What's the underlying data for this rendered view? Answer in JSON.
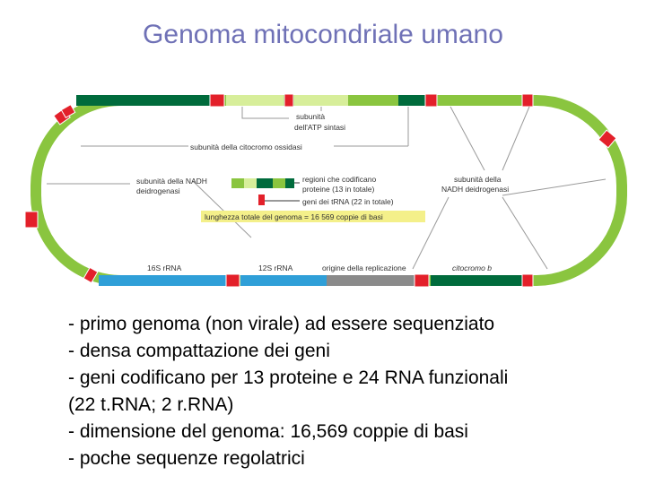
{
  "title": "Genoma mitocondriale umano",
  "diagram": {
    "labels": {
      "atp": [
        "subunità",
        "dell'ATP sintasi"
      ],
      "cytox": "subunità della citocromo ossidasi",
      "nadh_left": [
        "subunità della NADH",
        "deidrogenasi"
      ],
      "nadh_right": [
        "subunità della",
        "NADH deidrogenasi"
      ],
      "legend_protein": [
        "regioni che codificano",
        "proteine (13 in totale)"
      ],
      "legend_trna": "geni dei tRNA (22 in totale)",
      "total_length": "lunghezza totale del genoma = 16 569 coppie di basi",
      "rrna16": "16S rRNA",
      "rrna12": "12S rRNA",
      "origin": "origine della replicazione",
      "cytb": "citocromo b"
    },
    "colors": {
      "protein_green": "#8ac53f",
      "dark_green": "#006b3c",
      "light_green": "#d7ee9a",
      "trna_red": "#e3202a",
      "rrna_blue": "#2f9fd8",
      "origin_gray": "#8a8a8a",
      "highlight_yellow": "#f4f08a"
    }
  },
  "bullets": [
    "- primo genoma (non virale) ad essere sequenziato",
    "- densa compattazione dei geni",
    "- geni codificano per 13 proteine e 24 RNA funzionali",
    "(22 t.RNA; 2 r.RNA)",
    "- dimensione del genoma: 16,569 coppie di basi",
    "- poche sequenze regolatrici"
  ]
}
